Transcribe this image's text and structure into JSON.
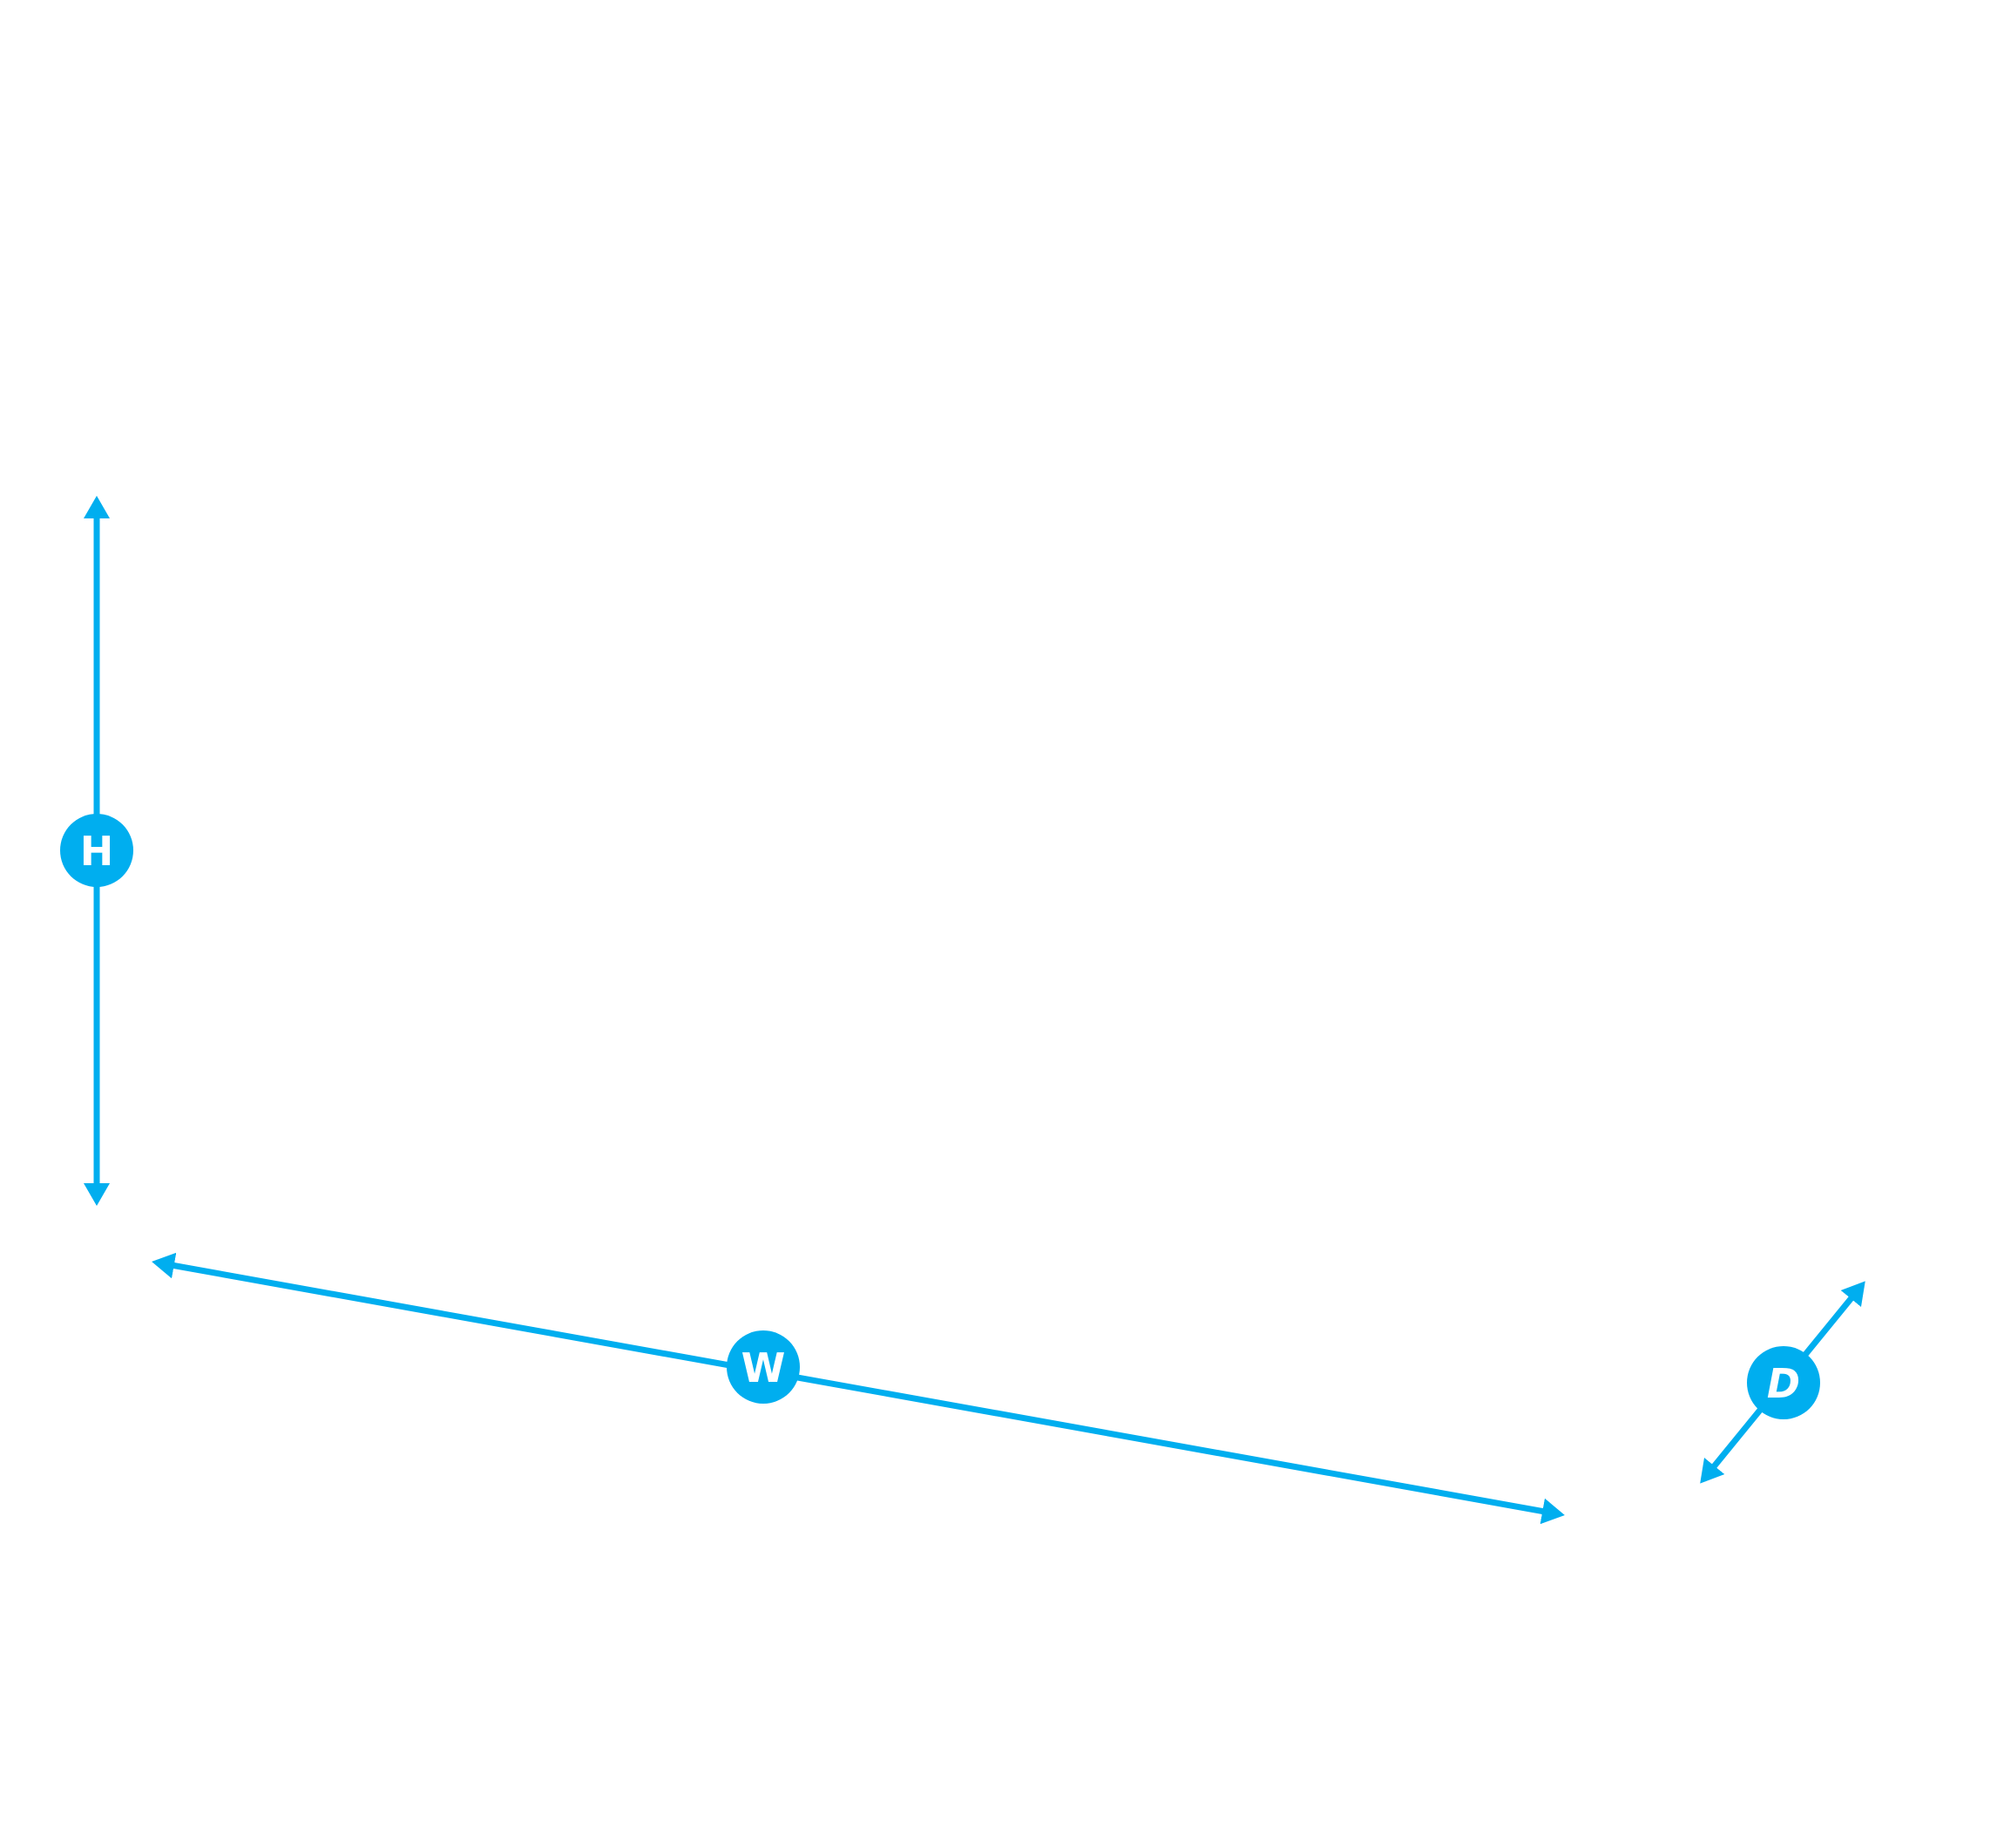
{
  "accent_color": "#00AEEF",
  "background_color": "#FFFFFF",
  "dimensions": {
    "height": {
      "label": "H"
    },
    "width": {
      "label": "W"
    },
    "depth": {
      "label": "D"
    }
  }
}
